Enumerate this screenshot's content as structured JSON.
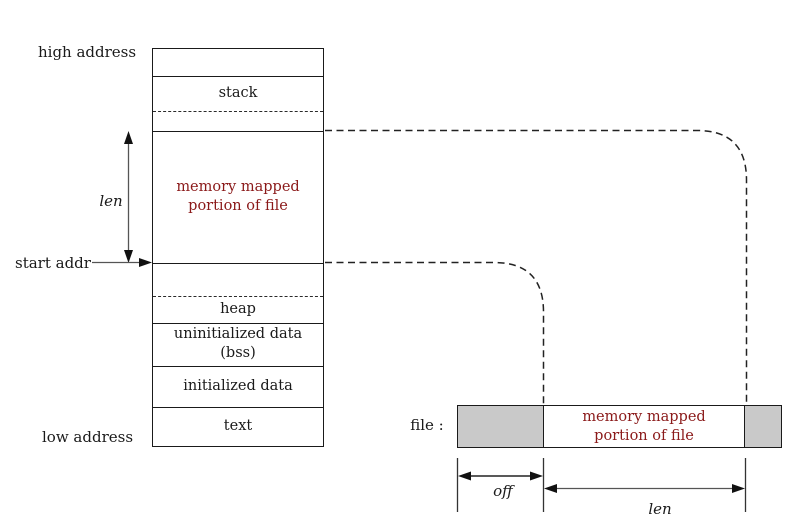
{
  "colors": {
    "maroon": "#8B1A1A",
    "gray": "#C9C9C9",
    "line": "#1a1a1a"
  },
  "process": {
    "high_address": "high address",
    "start_addr": "start addr",
    "low_address": "low address",
    "len_label": "len",
    "segments": {
      "stack": "stack",
      "mmap_line1": "memory mapped",
      "mmap_line2": "portion of file",
      "heap": "heap",
      "bss_line1": "uninitialized data",
      "bss_line2": "(bss)",
      "initialized_data": "initialized data",
      "text": "text"
    }
  },
  "file": {
    "label": "file :",
    "mapped_line1": "memory mapped",
    "mapped_line2": "portion of file",
    "off_label": "off",
    "len_label": "len"
  }
}
